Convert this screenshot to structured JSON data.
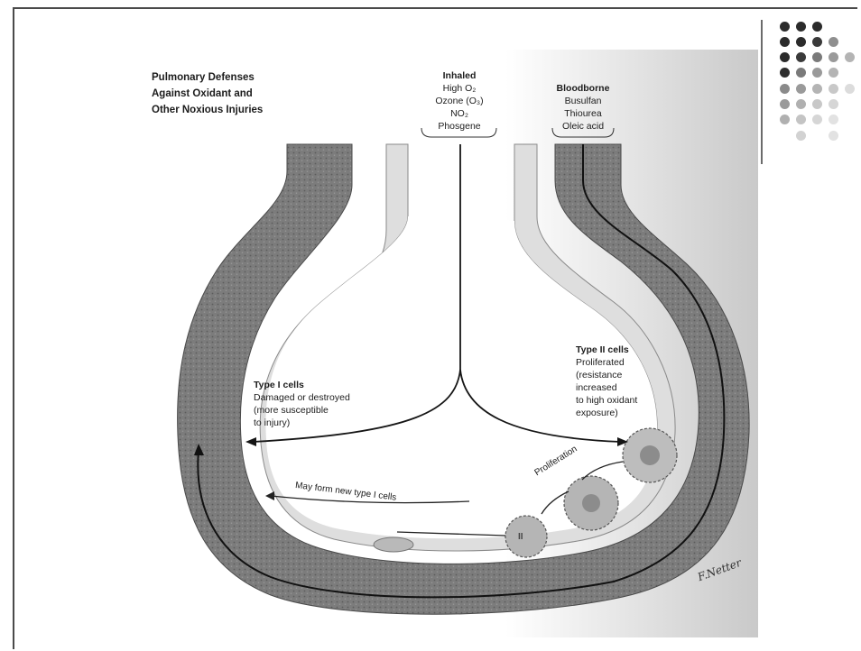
{
  "title": [
    "Pulmonary Defenses",
    "Against Oxidant and",
    "Other Noxious Injuries"
  ],
  "inhaled": {
    "heading": "Inhaled",
    "items": [
      "High O₂",
      "Ozone (O₃)",
      "NO₂",
      "Phosgene"
    ]
  },
  "bloodborne": {
    "heading": "Bloodborne",
    "items": [
      "Busulfan",
      "Thiourea",
      "Oleic acid"
    ]
  },
  "type1": {
    "heading": "Type I cells",
    "lines": [
      "Damaged or destroyed",
      "(more susceptible",
      "to injury)"
    ]
  },
  "type2": {
    "heading": "Type II cells",
    "lines": [
      "Proliferated",
      "(resistance",
      "increased",
      "to high oxidant",
      "exposure)"
    ]
  },
  "arrows": {
    "proliferation": "Proliferation",
    "new_cells": "May form new type I cells"
  },
  "cell_labels": {
    "type2_cell": "II"
  },
  "signature": "F.Netter",
  "colors": {
    "wall_dark": "#7a7a7a",
    "wall_mid": "#a8a8a8",
    "epithelium": "#d4d4d4",
    "background_right": "#d9d9d9",
    "dots": [
      "#2b2b2b",
      "#6a6a6a",
      "#9a9a9a",
      "#c4c4c4",
      "#e0e0e0"
    ]
  }
}
